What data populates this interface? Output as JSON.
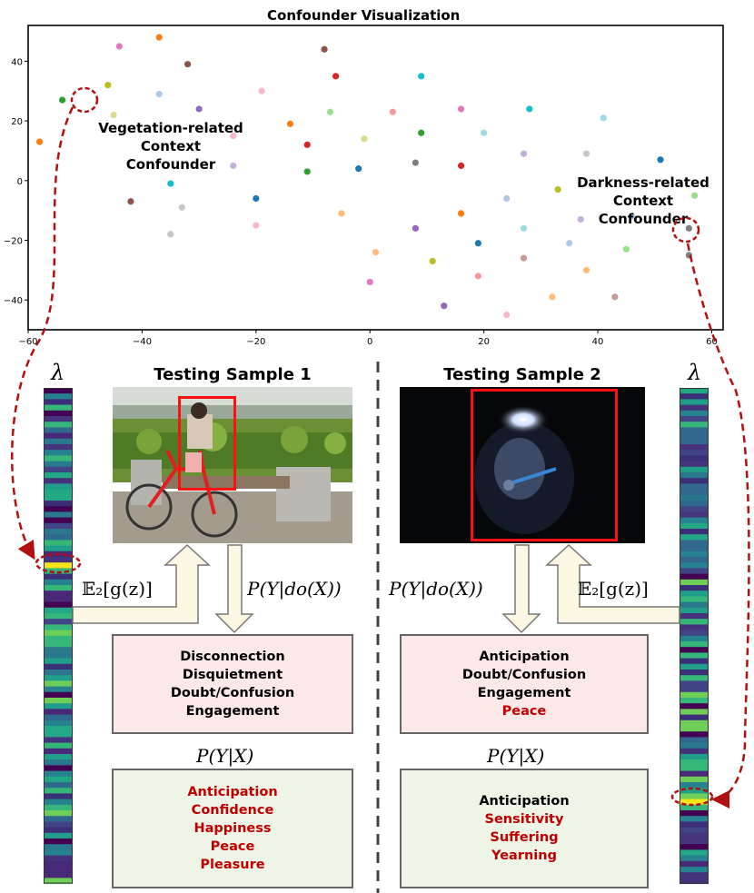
{
  "chart": {
    "title": "Confounder Visualization",
    "x_ticks": [
      "−60",
      "−40",
      "−20",
      "0",
      "20",
      "40",
      "60"
    ],
    "y_ticks": [
      "40",
      "20",
      "0",
      "−20",
      "−40"
    ]
  },
  "chart_data": {
    "type": "scatter",
    "title": "Confounder Visualization",
    "xlabel": "",
    "ylabel": "",
    "xlim": [
      -60,
      62
    ],
    "ylim": [
      -50,
      52
    ],
    "grid": false,
    "points": [
      {
        "x": -37,
        "y": 48,
        "color": "#ff7f0e"
      },
      {
        "x": -44,
        "y": 45,
        "color": "#e377c2"
      },
      {
        "x": -8,
        "y": 44,
        "color": "#8c564b"
      },
      {
        "x": -32,
        "y": 39,
        "color": "#8c564b"
      },
      {
        "x": -46,
        "y": 32,
        "color": "#bcbd22"
      },
      {
        "x": -6,
        "y": 35,
        "color": "#d62728"
      },
      {
        "x": 9,
        "y": 35,
        "color": "#17becf"
      },
      {
        "x": -37,
        "y": 29,
        "color": "#aec7e8"
      },
      {
        "x": -19,
        "y": 30,
        "color": "#f7b6d2"
      },
      {
        "x": -54,
        "y": 27,
        "color": "#2ca02c"
      },
      {
        "x": -30,
        "y": 24,
        "color": "#9467bd"
      },
      {
        "x": -45,
        "y": 22,
        "color": "#dbdb8d"
      },
      {
        "x": -7,
        "y": 23,
        "color": "#98df8a"
      },
      {
        "x": 4,
        "y": 23,
        "color": "#ff9896"
      },
      {
        "x": 16,
        "y": 24,
        "color": "#e377c2"
      },
      {
        "x": 28,
        "y": 24,
        "color": "#17becf"
      },
      {
        "x": 41,
        "y": 21,
        "color": "#9edae5"
      },
      {
        "x": -14,
        "y": 19,
        "color": "#ff7f0e"
      },
      {
        "x": 9,
        "y": 16,
        "color": "#2ca02c"
      },
      {
        "x": 20,
        "y": 16,
        "color": "#9edae5"
      },
      {
        "x": -58,
        "y": 13,
        "color": "#ff7f0e"
      },
      {
        "x": -24,
        "y": 15,
        "color": "#f7b6d2"
      },
      {
        "x": -1,
        "y": 14,
        "color": "#dbdb8d"
      },
      {
        "x": -11,
        "y": 12,
        "color": "#d62728"
      },
      {
        "x": 38,
        "y": 9,
        "color": "#c7c7c7"
      },
      {
        "x": 51,
        "y": 7,
        "color": "#1f77b4"
      },
      {
        "x": 27,
        "y": 9,
        "color": "#c5b0d5"
      },
      {
        "x": 8,
        "y": 6,
        "color": "#7f7f7f"
      },
      {
        "x": -24,
        "y": 5,
        "color": "#c5b0d5"
      },
      {
        "x": -11,
        "y": 3,
        "color": "#2ca02c"
      },
      {
        "x": -2,
        "y": 4,
        "color": "#1f77b4"
      },
      {
        "x": 16,
        "y": 5,
        "color": "#d62728"
      },
      {
        "x": -35,
        "y": -1,
        "color": "#17becf"
      },
      {
        "x": 33,
        "y": -3,
        "color": "#bcbd22"
      },
      {
        "x": -20,
        "y": -6,
        "color": "#1f77b4"
      },
      {
        "x": 24,
        "y": -6,
        "color": "#aec7e8"
      },
      {
        "x": 57,
        "y": -5,
        "color": "#98df8a"
      },
      {
        "x": -42,
        "y": -7,
        "color": "#8c564b"
      },
      {
        "x": -33,
        "y": -9,
        "color": "#c7c7c7"
      },
      {
        "x": -5,
        "y": -11,
        "color": "#ffbb78"
      },
      {
        "x": 16,
        "y": -11,
        "color": "#ff7f0e"
      },
      {
        "x": 37,
        "y": -13,
        "color": "#c5b0d5"
      },
      {
        "x": 46,
        "y": -12,
        "color": "#aec7e8"
      },
      {
        "x": -20,
        "y": -15,
        "color": "#f7b6d2"
      },
      {
        "x": 8,
        "y": -16,
        "color": "#9467bd"
      },
      {
        "x": 27,
        "y": -16,
        "color": "#9edae5"
      },
      {
        "x": 56,
        "y": -16,
        "color": "#7f7f7f"
      },
      {
        "x": -35,
        "y": -18,
        "color": "#c7c7c7"
      },
      {
        "x": 19,
        "y": -21,
        "color": "#1f77b4"
      },
      {
        "x": 35,
        "y": -21,
        "color": "#aec7e8"
      },
      {
        "x": 45,
        "y": -23,
        "color": "#98df8a"
      },
      {
        "x": 1,
        "y": -24,
        "color": "#ffbb78"
      },
      {
        "x": 11,
        "y": -27,
        "color": "#bcbd22"
      },
      {
        "x": 27,
        "y": -26,
        "color": "#c49c94"
      },
      {
        "x": 56,
        "y": -25,
        "color": "#7f7f7f"
      },
      {
        "x": 38,
        "y": -30,
        "color": "#ffbb78"
      },
      {
        "x": 19,
        "y": -32,
        "color": "#ff9896"
      },
      {
        "x": 0,
        "y": -34,
        "color": "#e377c2"
      },
      {
        "x": 32,
        "y": -39,
        "color": "#ffbb78"
      },
      {
        "x": 43,
        "y": -39,
        "color": "#c49c94"
      },
      {
        "x": 13,
        "y": -42,
        "color": "#9467bd"
      },
      {
        "x": 24,
        "y": -45,
        "color": "#f7b6d2"
      }
    ]
  },
  "annotations": {
    "vegetation_line1": "Vegetation-related",
    "vegetation_line2": "Context Confounder",
    "darkness_line1": "Darkness-related",
    "darkness_line2": "Context Confounder"
  },
  "lambda_symbol": "λ",
  "sample1": {
    "title": "Testing Sample 1",
    "expectation": "𝔼₂[g(z)]",
    "do_label": "P(Y|do(X))",
    "p_label": "P(Y|X)",
    "do_emotions": [
      "Disconnection",
      "Disquietment",
      "Doubt/Confusion",
      "Engagement"
    ],
    "p_emotions": [
      "Anticipation",
      "Confidence",
      "Happiness",
      "Peace",
      "Pleasure"
    ]
  },
  "sample2": {
    "title": "Testing Sample 2",
    "expectation": "𝔼₂[g(z)]",
    "do_label": "P(Y|do(X))",
    "p_label": "P(Y|X)",
    "do_emotions_black": [
      "Anticipation",
      "Doubt/Confusion",
      "Engagement"
    ],
    "do_emotions_red": [
      "Peace"
    ],
    "p_emotions_black": [
      "Anticipation"
    ],
    "p_emotions_red": [
      "Sensitivity",
      "Suffering",
      "Yearning"
    ]
  },
  "colors": {
    "arrow_red": "#b01010",
    "box_pink": "#fde8e8",
    "box_green": "#eef5e6",
    "highlight_yellow": "#f5e614",
    "text_red": "#c00000"
  },
  "icons": {
    "bar1": "lambda-feature-bar",
    "bar2": "lambda-feature-bar"
  }
}
